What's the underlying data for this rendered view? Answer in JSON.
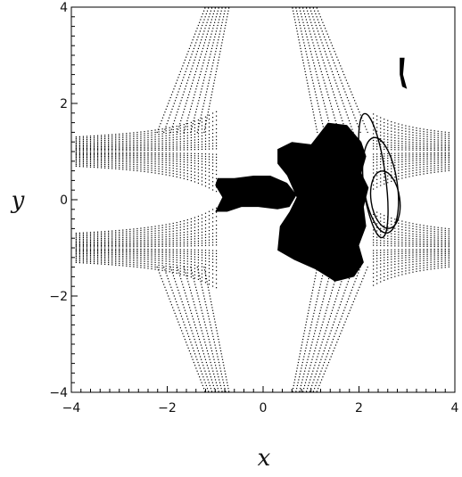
{
  "chart_data": {
    "type": "scatter",
    "title": "",
    "xlabel": "x",
    "ylabel": "y",
    "xlim": [
      -4,
      4
    ],
    "ylim": [
      -4,
      4
    ],
    "grid": false,
    "legend": "none",
    "xticks": [
      {
        "value": -4,
        "label": "−4"
      },
      {
        "value": -2,
        "label": "−2"
      },
      {
        "value": 0,
        "label": "0"
      },
      {
        "value": 2,
        "label": "2"
      },
      {
        "value": 4,
        "label": "4"
      }
    ],
    "yticks": [
      {
        "value": -4,
        "label": "−4"
      },
      {
        "value": -2,
        "label": "−2"
      },
      {
        "value": 0,
        "label": "0"
      },
      {
        "value": 2,
        "label": "2"
      },
      {
        "value": 4,
        "label": "4"
      }
    ],
    "minor_ticks_per_unit": 5,
    "series": [
      {
        "kind": "dotted-contour-set",
        "color": "#000000",
        "description_values": {
          "center_lines_y": [
            1,
            -1
          ],
          "cusp_x": -1,
          "x_from": -3.9,
          "x_to": 3.9
        }
      }
    ],
    "dense_regions": [
      {
        "color": "#000000",
        "polygon": [
          [
            0.3,
            1.05
          ],
          [
            0.6,
            1.2
          ],
          [
            1.0,
            1.15
          ],
          [
            1.35,
            1.6
          ],
          [
            1.75,
            1.55
          ],
          [
            2.05,
            1.2
          ],
          [
            2.15,
            0.9
          ],
          [
            2.05,
            0.55
          ],
          [
            2.2,
            0.25
          ],
          [
            2.1,
            -0.15
          ],
          [
            2.15,
            -0.55
          ],
          [
            2.0,
            -0.95
          ],
          [
            2.1,
            -1.3
          ],
          [
            1.9,
            -1.6
          ],
          [
            1.5,
            -1.7
          ],
          [
            1.1,
            -1.45
          ],
          [
            0.65,
            -1.25
          ],
          [
            0.3,
            -1.05
          ],
          [
            0.35,
            -0.55
          ],
          [
            0.55,
            -0.25
          ],
          [
            0.7,
            0.05
          ],
          [
            0.5,
            0.5
          ],
          [
            0.3,
            0.75
          ]
        ]
      },
      {
        "color": "#000000",
        "polygon": [
          [
            -0.95,
            0.45
          ],
          [
            -0.6,
            0.45
          ],
          [
            -0.2,
            0.5
          ],
          [
            0.15,
            0.5
          ],
          [
            0.5,
            0.35
          ],
          [
            0.7,
            0.1
          ],
          [
            0.55,
            -0.15
          ],
          [
            0.3,
            -0.2
          ],
          [
            -0.1,
            -0.15
          ],
          [
            -0.45,
            -0.15
          ],
          [
            -0.75,
            -0.25
          ],
          [
            -1.0,
            -0.25
          ],
          [
            -0.85,
            0.05
          ],
          [
            -1.0,
            0.3
          ]
        ]
      },
      {
        "color": "#000000",
        "polygon": [
          [
            2.85,
            2.95
          ],
          [
            2.95,
            2.95
          ],
          [
            2.92,
            2.6
          ],
          [
            3.0,
            2.3
          ],
          [
            2.9,
            2.35
          ],
          [
            2.85,
            2.6
          ]
        ]
      }
    ],
    "loops": [
      {
        "color": "#000000",
        "cx": 2.3,
        "cy": 0.5,
        "rx": 0.25,
        "ry": 1.3
      },
      {
        "color": "#000000",
        "cx": 2.45,
        "cy": 0.3,
        "rx": 0.35,
        "ry": 1.0
      },
      {
        "color": "#000000",
        "cx": 2.55,
        "cy": 0.0,
        "rx": 0.3,
        "ry": 0.6
      }
    ]
  }
}
